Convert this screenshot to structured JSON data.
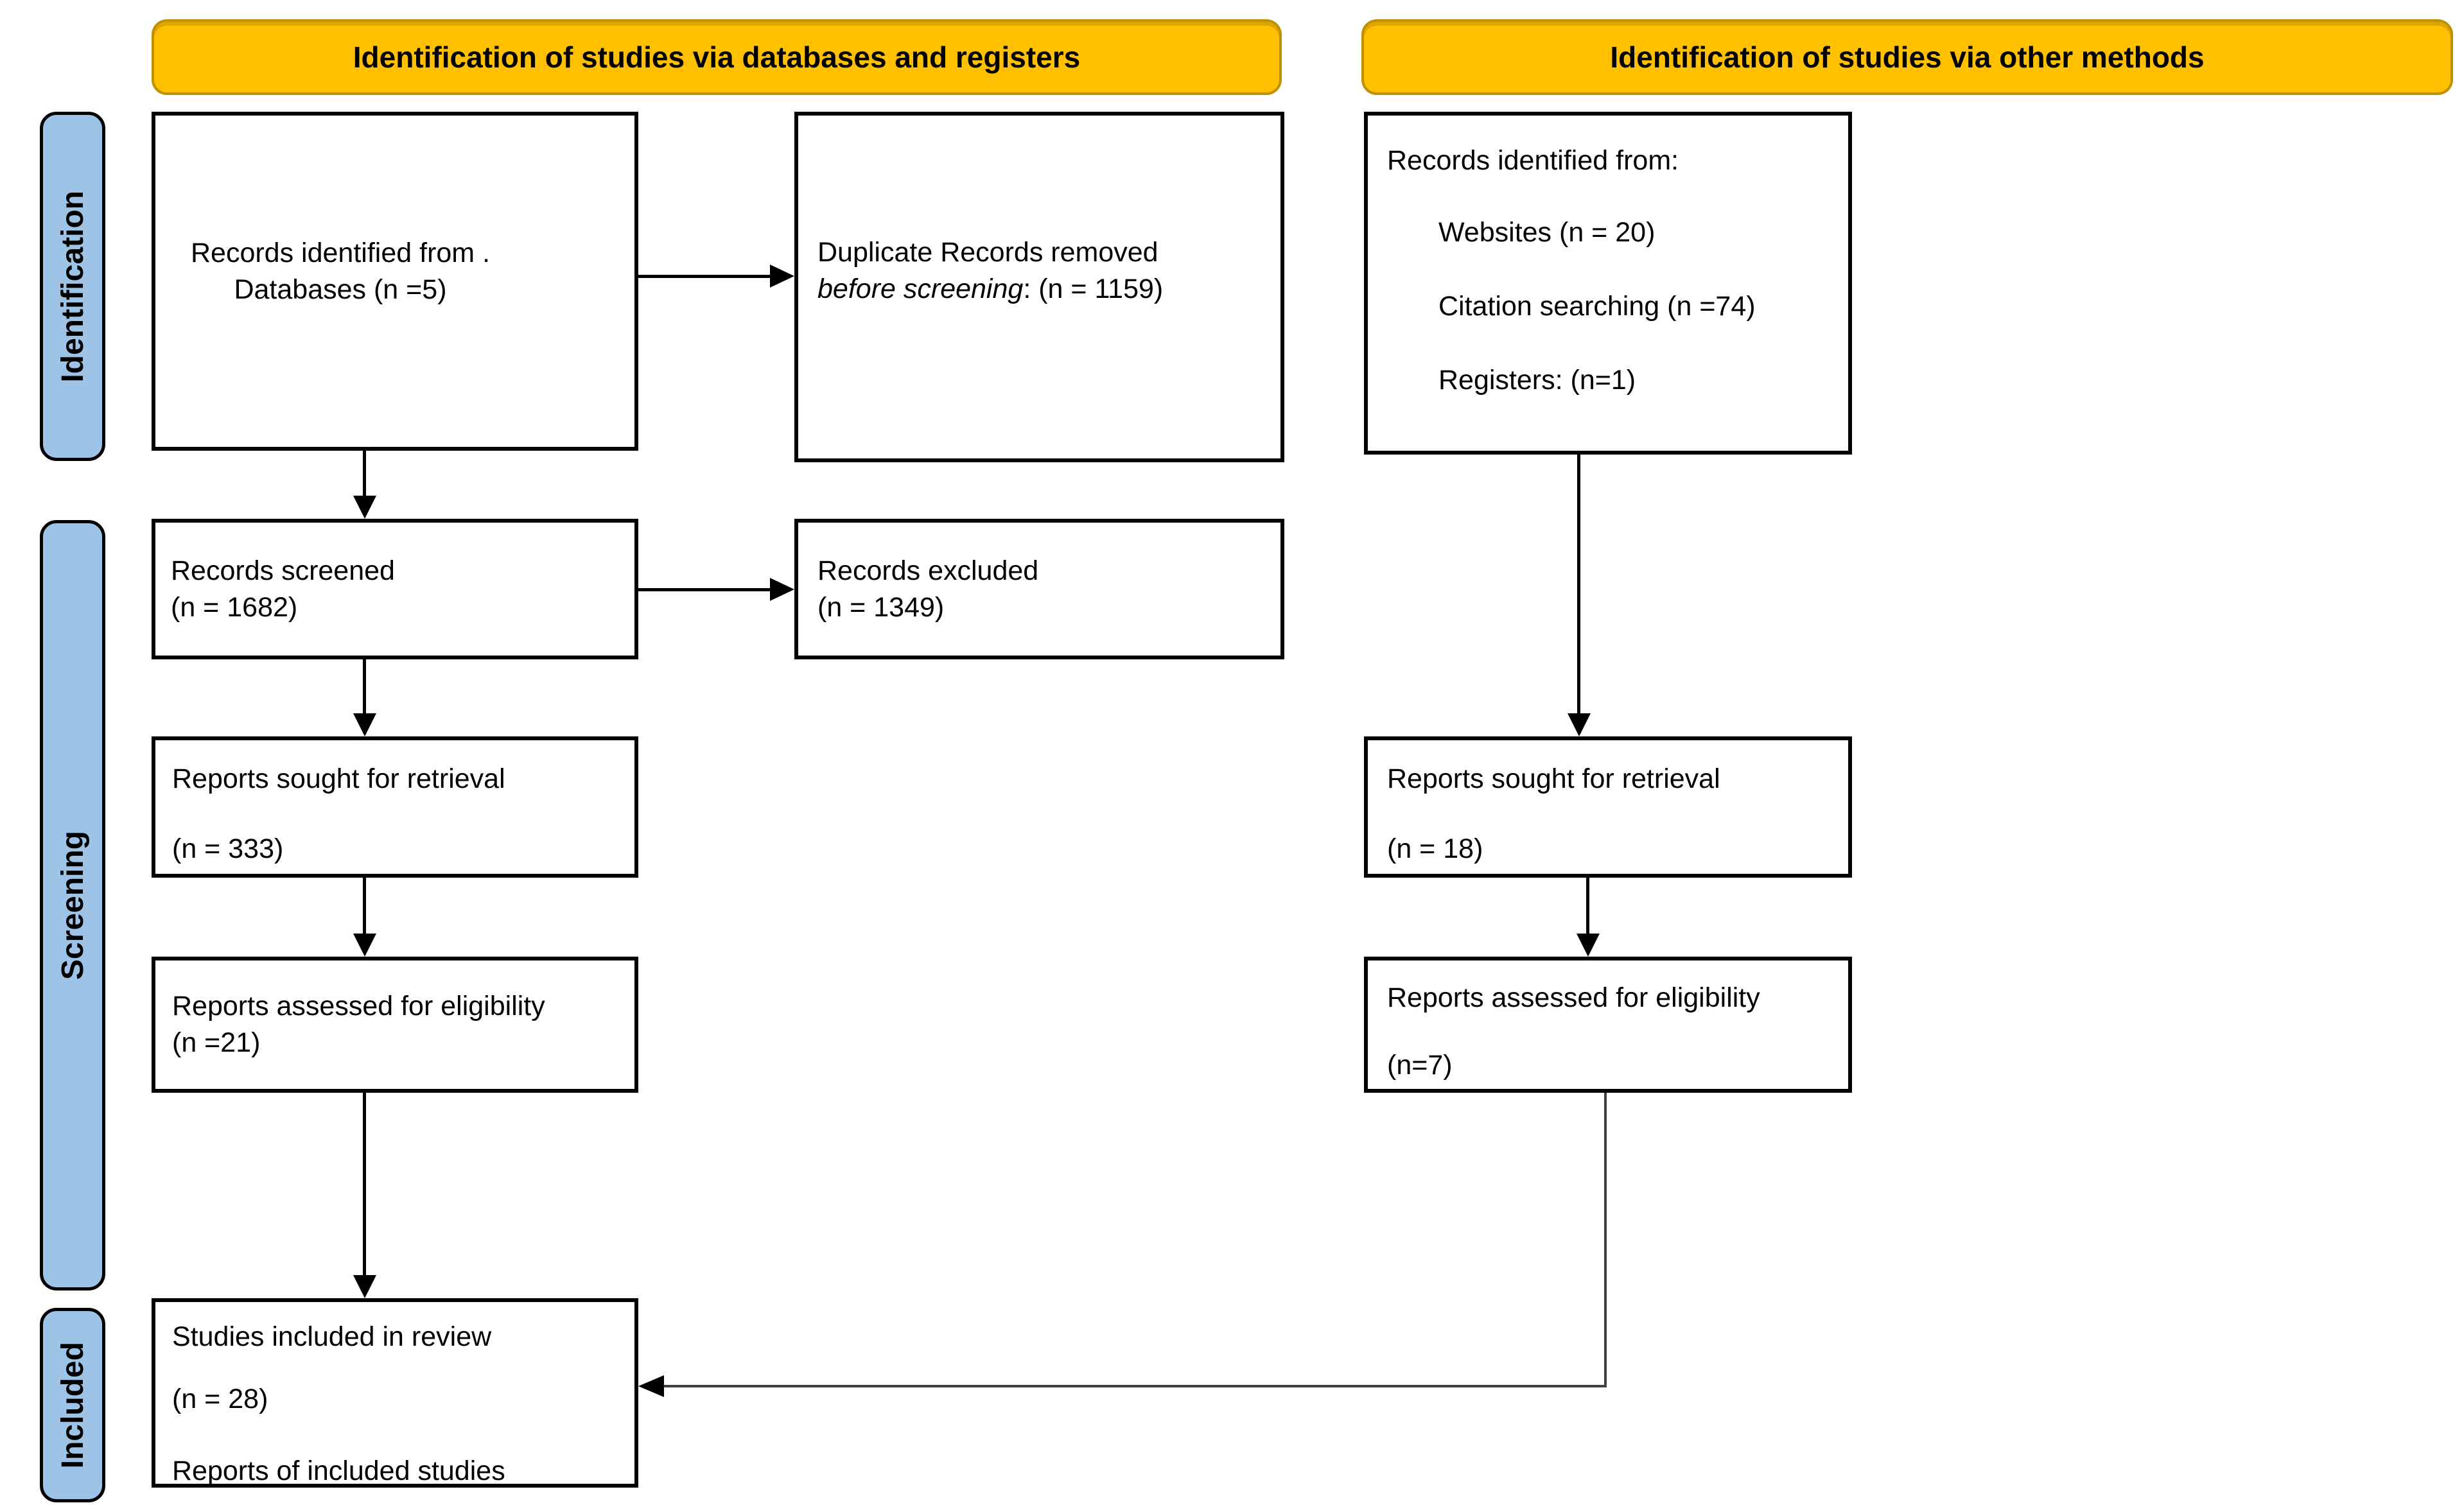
{
  "banners": {
    "databases": "Identification of studies via databases and registers",
    "other": "Identification of studies via other methods"
  },
  "sidebar": {
    "identification": "Identification",
    "screening": "Screening",
    "included": "Included"
  },
  "boxes": {
    "db_identified": {
      "line1": "Records identified from .",
      "line2": "Databases (n =5)"
    },
    "duplicates_removed": {
      "line1": "Duplicate Records removed",
      "italic_part": "before screening",
      "rest_part": ": (n = 1159)"
    },
    "other_identified": {
      "line1": "Records identified from:",
      "item1": "Websites (n = 20)",
      "item2": "Citation searching (n =74)",
      "item3": "Registers: (n=1)"
    },
    "records_screened": {
      "line1": "Records screened",
      "line2": "(n = 1682)"
    },
    "records_excluded": {
      "line1": "Records excluded",
      "line2": "(n = 1349)"
    },
    "reports_sought_db": {
      "line1": "Reports sought for retrieval",
      "line2": "(n = 333)"
    },
    "reports_assessed_db": {
      "line1": "Reports assessed for eligibility",
      "line2": "(n =21)"
    },
    "reports_sought_other": {
      "line1": "Reports sought for retrieval",
      "line2": "(n = 18)"
    },
    "reports_assessed_other": {
      "line1": "Reports assessed for eligibility",
      "line2": "(n=7)"
    },
    "included_studies": {
      "line1": "Studies included in review",
      "line2": "(n = 28)",
      "line3": "Reports of included studies"
    }
  },
  "colors": {
    "banner_fill": "#FFC000",
    "banner_border": "#BF9000",
    "sidebar_fill": "#9DC3E6",
    "box_border": "#000000",
    "connector": "#404040"
  }
}
